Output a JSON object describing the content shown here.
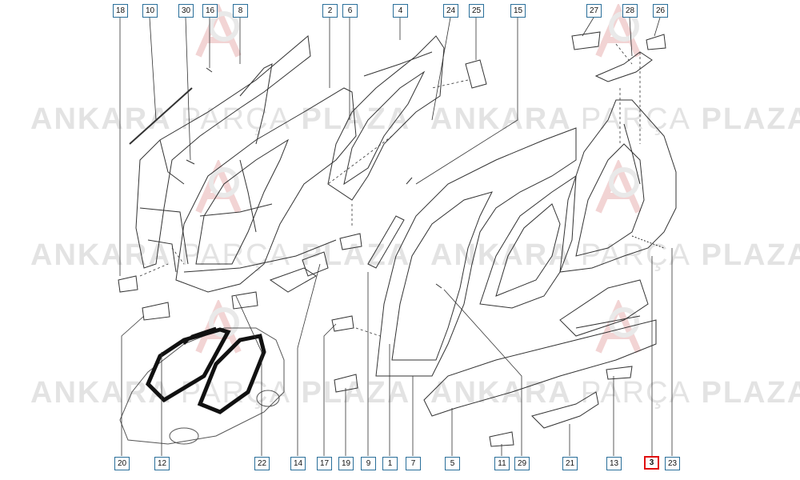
{
  "watermark": {
    "brand": "ANKARA",
    "middle": "PARÇA",
    "suffix": "PLAZA"
  },
  "colors": {
    "highlight": "#e01010",
    "box_border": "#2a6f9a",
    "watermark": "#e3e3e3",
    "line": "#333333",
    "logo_red": "#f2c9c9"
  },
  "callouts": {
    "top": [
      "18",
      "10",
      "30",
      "16",
      "8",
      "2",
      "6",
      "4",
      "24",
      "25",
      "15",
      "27",
      "28",
      "26"
    ],
    "bottom": [
      "20",
      "12",
      "22",
      "14",
      "17",
      "19",
      "9",
      "1",
      "7",
      "5",
      "11",
      "29",
      "21",
      "13",
      "3",
      "23"
    ],
    "highlighted": "3"
  }
}
